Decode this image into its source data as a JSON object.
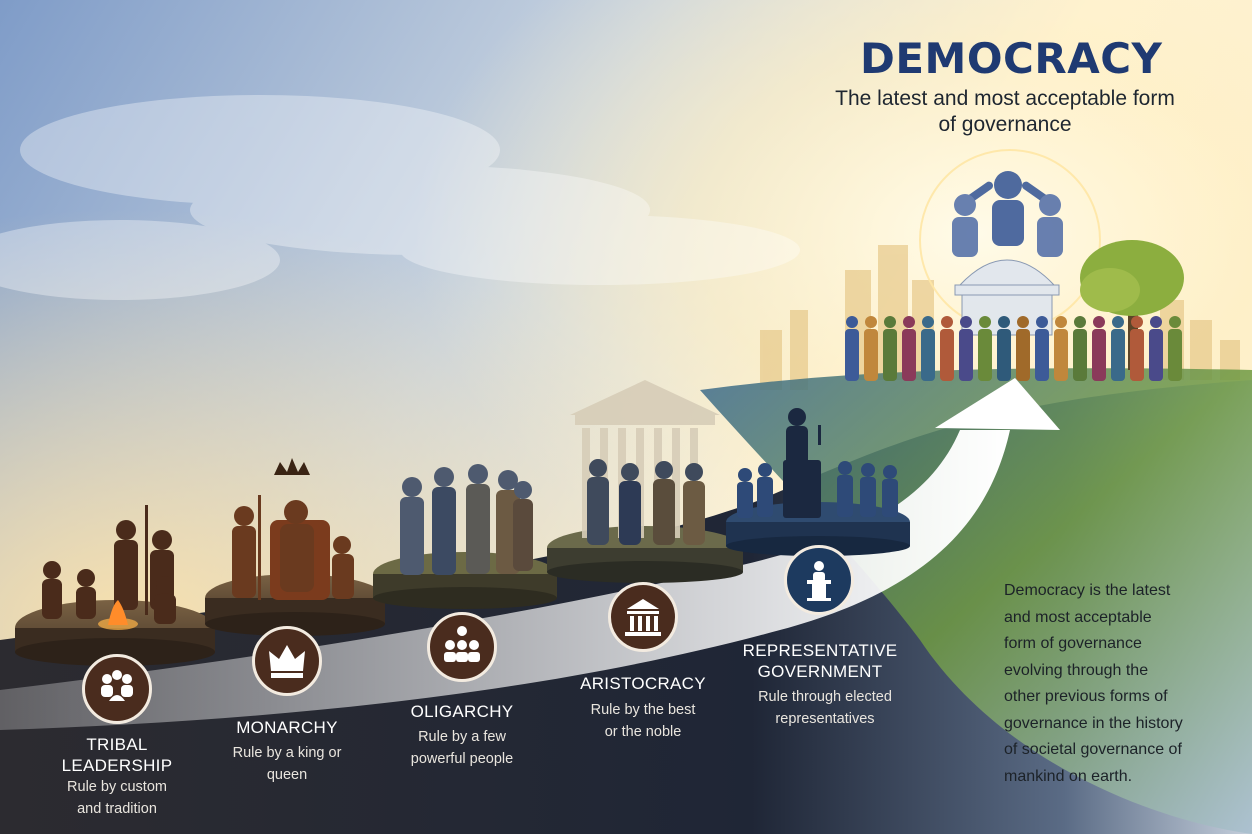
{
  "header": {
    "title": "DEMOCRACY",
    "subtitle": "The latest and most acceptable form of governance"
  },
  "stages": [
    {
      "name": "TRIBAL LEADERSHIP",
      "description": "Rule by custom and tradition",
      "icon": "tribal-group-icon"
    },
    {
      "name": "MONARCHY",
      "description": "Rule by a king or queen",
      "icon": "crown-icon"
    },
    {
      "name": "OLIGARCHY",
      "description": "Rule by a few powerful people",
      "icon": "few-people-icon"
    },
    {
      "name": "ARISTOCRACY",
      "description": "Rule by the best or the noble",
      "icon": "temple-icon"
    },
    {
      "name": "REPRESENTATIVE GOVERNMENT",
      "description": "Rule through elected representatives",
      "icon": "speaker-podium-icon"
    }
  ],
  "side_note": "Democracy is the latest\nand most acceptable\nform of governance\nevolving through the\nother previous forms of\ngovernance in the history\nof societal governance of\nmankind on earth.",
  "colors": {
    "title": "#1f3a72",
    "sky_top": "#8fa7c9",
    "sunlight": "#fff3cf",
    "ground_dark": "#202533",
    "path": "#ffffff",
    "hill_green": "#6a9a3a",
    "icon_brown": "#4a2c1e",
    "icon_navy": "#1d3a5f"
  }
}
